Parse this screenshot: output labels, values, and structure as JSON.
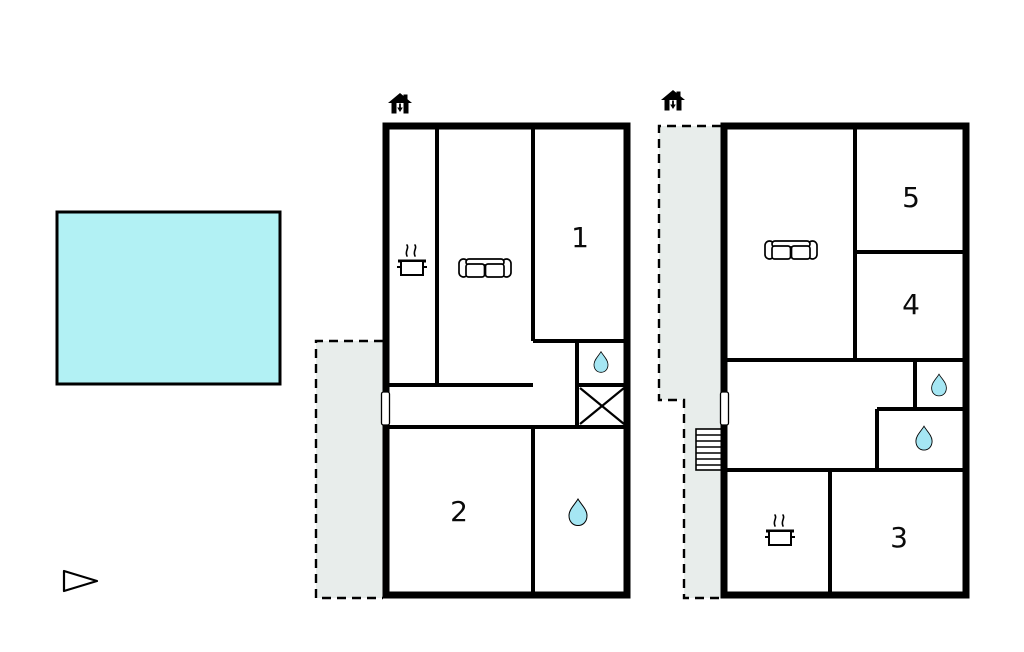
{
  "colors": {
    "background": "#ffffff",
    "wall": "#000000",
    "pool_fill": "#b2f1f4",
    "terrace_fill": "#e8edeb",
    "drop_fill": "#a5e6f3"
  },
  "labels": {
    "room1": "1",
    "room2": "2",
    "room3": "3",
    "room4": "4",
    "room5": "5"
  },
  "icons": {
    "entrance": "house-entrance-icon",
    "sofa": "sofa-icon",
    "stove": "pot-with-steam-icon",
    "bathroom": "water-drop-icon",
    "stairs": "stairs-icon",
    "cross_room": "x-cross-icon",
    "direction": "triangle-pointer-icon"
  }
}
